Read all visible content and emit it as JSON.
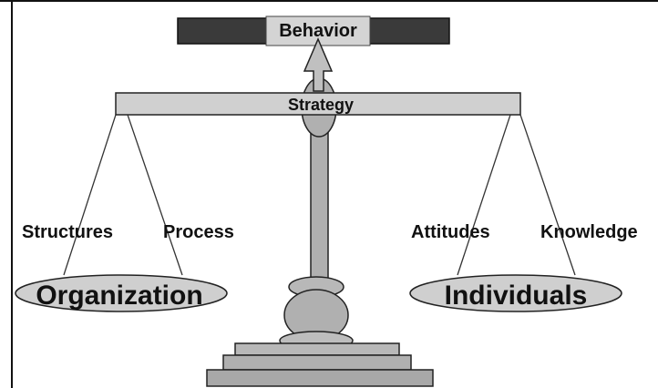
{
  "diagram": {
    "top_label": "Behavior",
    "beam_label": "Strategy",
    "left_pan": {
      "name": "Organization",
      "items": [
        "Structures",
        "Process"
      ]
    },
    "right_pan": {
      "name": "Individuals",
      "items": [
        "Attitudes",
        "Knowledge"
      ]
    }
  },
  "colors": {
    "dark_bar": "#3a3a3a",
    "light_fill": "#cfcfcf",
    "mid_fill": "#b0b0b0",
    "line": "#222222"
  }
}
